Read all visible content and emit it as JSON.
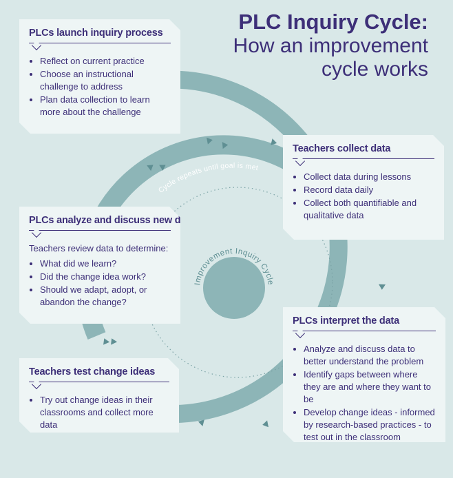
{
  "title": {
    "line1": "PLC Inquiry Cycle:",
    "line2": "How an improvement",
    "line3": "cycle works"
  },
  "center": {
    "label": "Improvement Inquiry Cycle",
    "ring_label": "Cycle repeats until goal is met"
  },
  "colors": {
    "background": "#d9e8e8",
    "card": "#eef5f5",
    "text": "#3d2f78",
    "ring": "#8db5b7",
    "arrow": "#5f8f93"
  },
  "steps": [
    {
      "title": "PLCs launch inquiry process",
      "intro": "",
      "items": [
        "Reflect on current practice",
        "Choose an instructional challenge to address",
        "Plan data collection to learn more about the challenge"
      ]
    },
    {
      "title": "Teachers collect data",
      "intro": "",
      "items": [
        "Collect data during lessons",
        "Record data daily",
        "Collect both quantifiable and qualitative data"
      ]
    },
    {
      "title": "PLCs analyze and discuss new data",
      "intro": "Teachers review data to determine:",
      "items": [
        "What did we learn?",
        "Did the change idea work?",
        "Should we adapt, adopt, or abandon the change?"
      ]
    },
    {
      "title": "PLCs interpret the data",
      "intro": "",
      "items": [
        "Analyze and discuss data to better understand the problem",
        "Identify gaps between where they are and where they want to be",
        "Develop change ideas - informed by research-based practices - to test out in the classroom"
      ]
    },
    {
      "title": "Teachers test change ideas",
      "intro": "",
      "items": [
        "Try out change ideas in their classrooms and collect more data"
      ]
    }
  ]
}
